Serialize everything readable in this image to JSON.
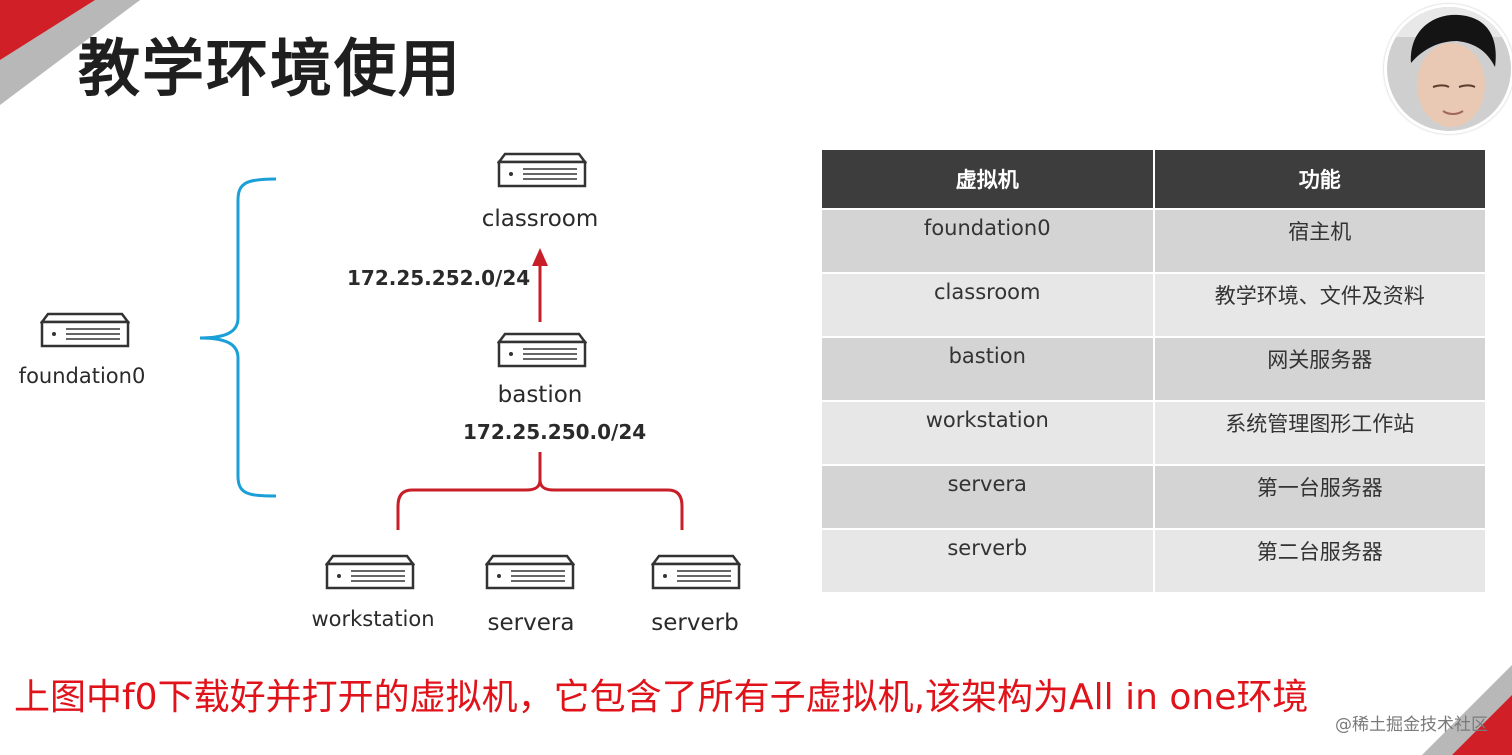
{
  "slide": {
    "title": "教学环境使用",
    "caption": "上图中f0下载好并打开的虚拟机，它包含了所有子虚拟机,该架构为All in one环境",
    "watermark": "@稀土掘金技术社区"
  },
  "diagram": {
    "nodes": {
      "foundation": "foundation0",
      "classroom": "classroom",
      "bastion": "bastion",
      "workstation": "workstation",
      "servera": "servera",
      "serverb": "serverb"
    },
    "subnets": {
      "upper": "172.25.252.0/24",
      "lower": "172.25.250.0/24"
    },
    "colors": {
      "brace": "#1a9fd6",
      "link": "#c81e28",
      "accent": "#e0131b"
    }
  },
  "table": {
    "headers": [
      "虚拟机",
      "功能"
    ],
    "rows": [
      [
        "foundation0",
        "宿主机"
      ],
      [
        "classroom",
        "教学环境、文件及资料"
      ],
      [
        "bastion",
        "网关服务器"
      ],
      [
        "workstation",
        "系统管理图形工作站"
      ],
      [
        "servera",
        "第一台服务器"
      ],
      [
        "serverb",
        "第二台服务器"
      ]
    ]
  },
  "icons": {
    "server": "server-icon",
    "webcam": "presenter-webcam"
  }
}
